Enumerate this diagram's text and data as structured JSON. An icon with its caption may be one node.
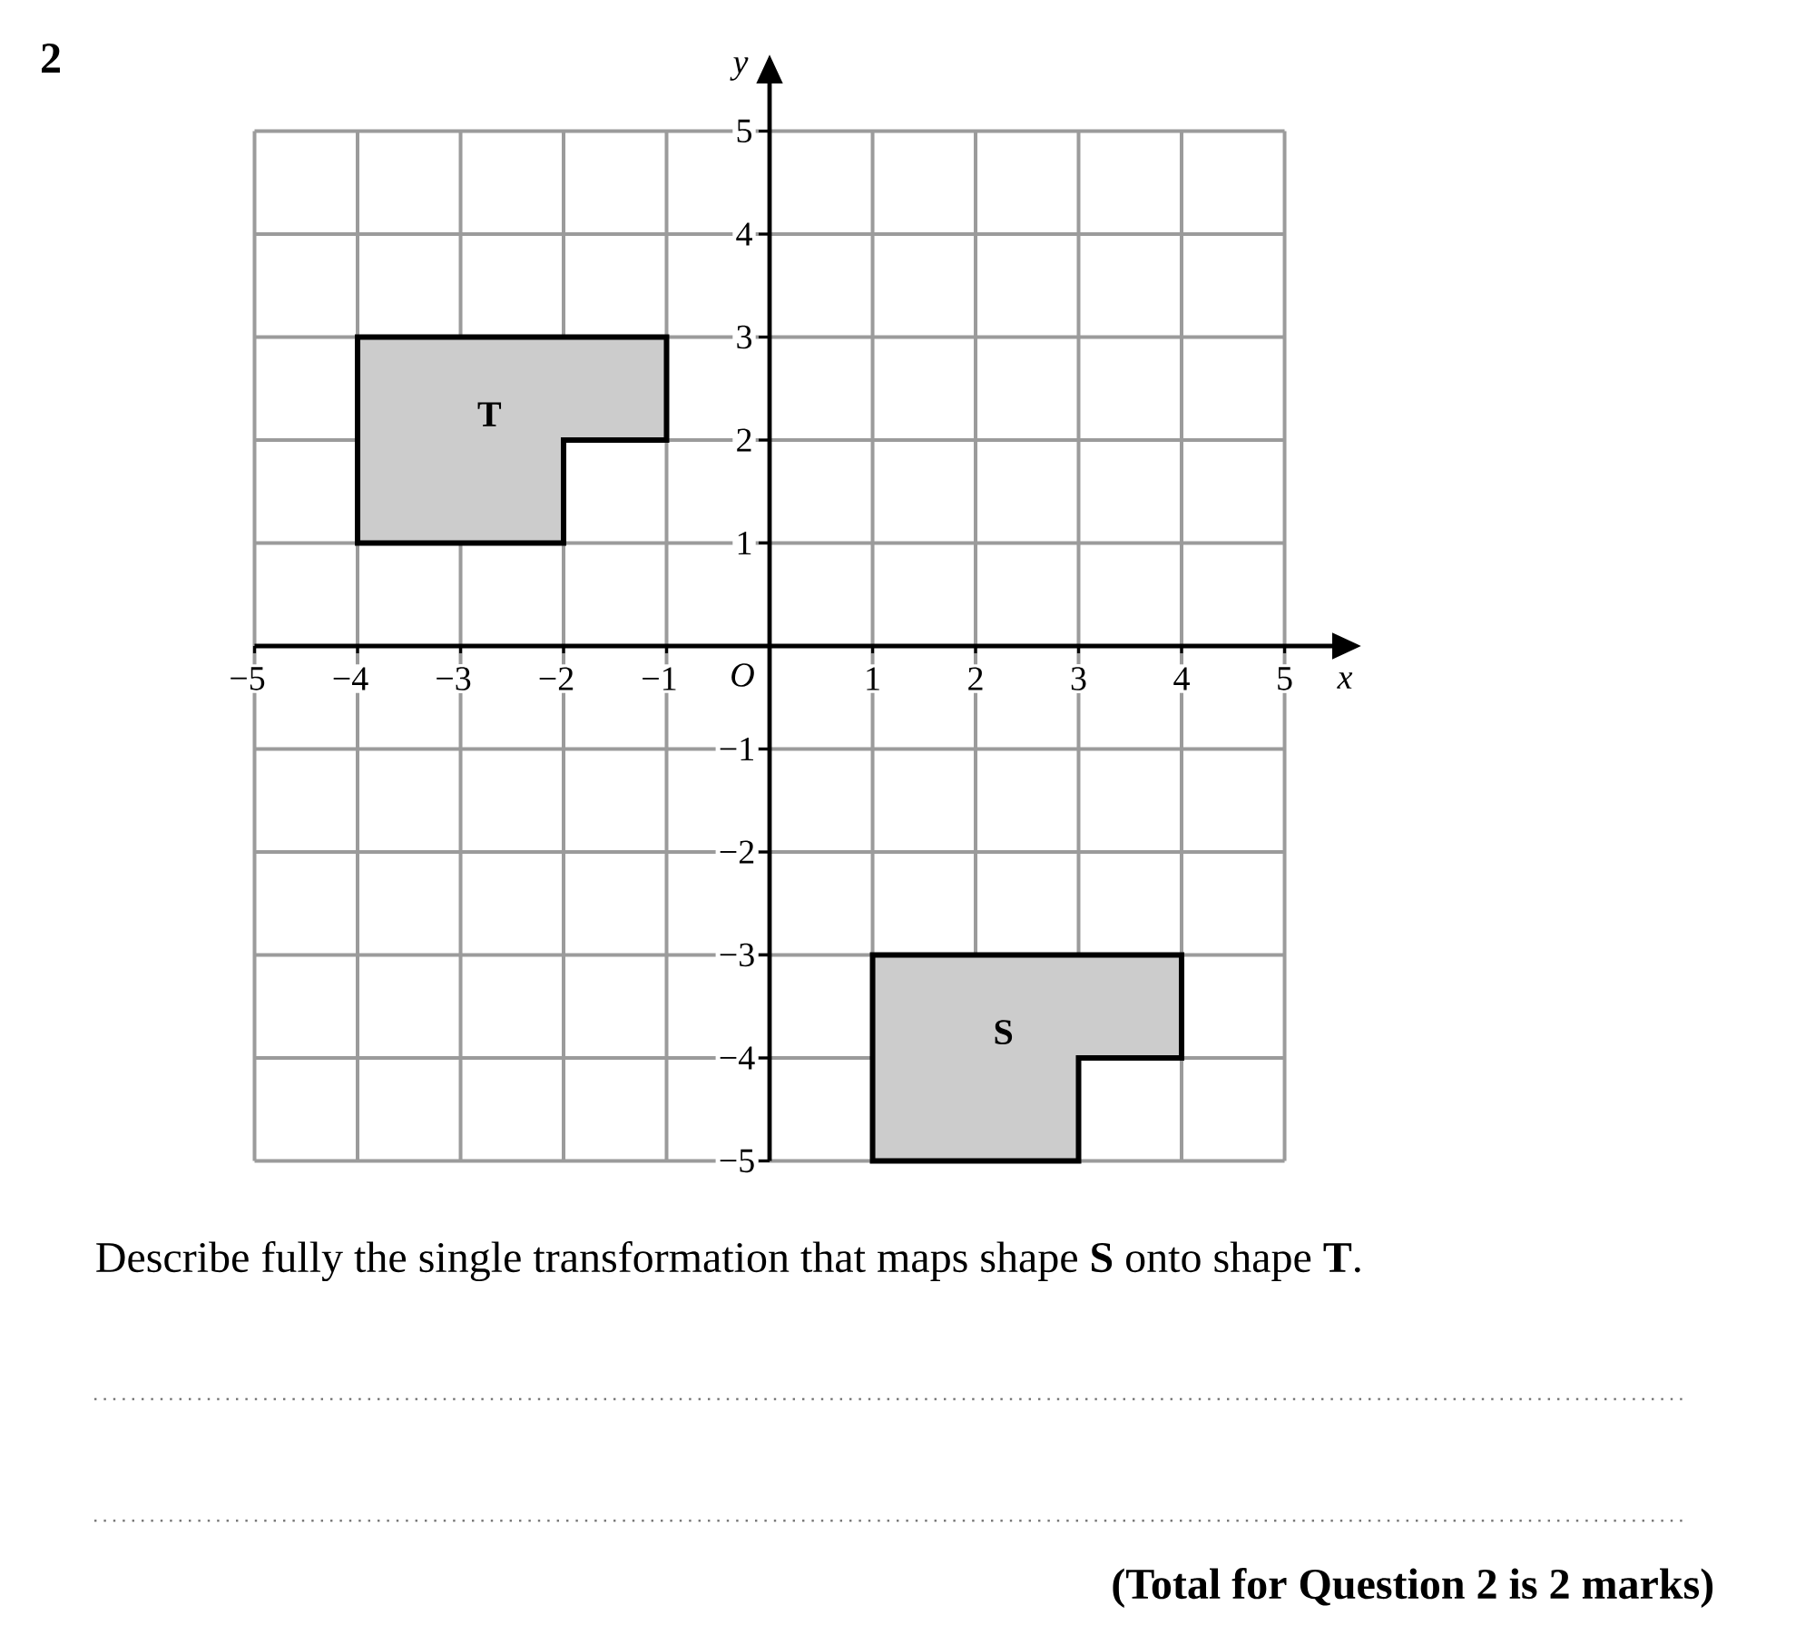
{
  "diagram": {
    "nodes": [
      {
        "text": [
          "T"
        ]
      },
      {
        "text": [
          "S"
        ]
      }
    ],
    "labels": [
      "2",
      "y",
      "5",
      "4",
      "3",
      "2",
      "1",
      "−5",
      "−4",
      "−3",
      "−2",
      "−1",
      "O",
      "1",
      "2",
      "3",
      "4",
      "5",
      "x",
      "−1",
      "−2",
      "−3",
      "−4",
      "−5",
      "Describe fully the single transformation that maps shape **S** onto shape **T**.",
      "(Total for Question 2 is 2 marks)"
    ]
  }
}
